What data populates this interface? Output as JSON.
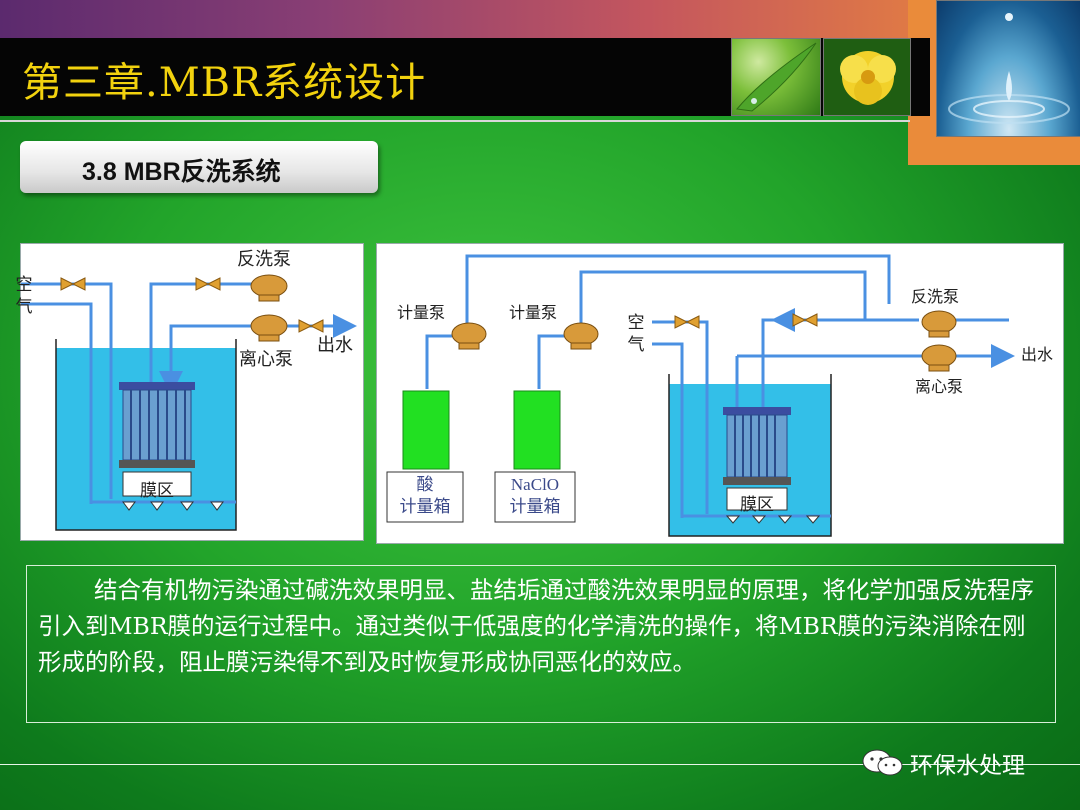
{
  "header": {
    "title": "第三章.MBR系统设计",
    "section_title": "3.8 MBR反洗系统"
  },
  "diagram_left": {
    "air_label": [
      "空",
      "气"
    ],
    "backwash_pump": "反洗泵",
    "centrifugal_pump": "离心泵",
    "outlet": "出水",
    "membrane_zone": "膜区"
  },
  "diagram_right": {
    "metering_pump_1": "计量泵",
    "metering_pump_2": "计量泵",
    "air_label": [
      "空",
      "气"
    ],
    "backwash_pump": "反洗泵",
    "centrifugal_pump": "离心泵",
    "outlet": "出水",
    "acid_tank": [
      "酸",
      "计量箱"
    ],
    "naclo_tank": [
      "NaClO",
      "计量箱"
    ],
    "membrane_zone": "膜区"
  },
  "description": "结合有机物污染通过碱洗效果明显、盐结垢通过酸洗效果明显的原理，将化学加强反洗程序引入到MBR膜的运行过程中。通过类似于低强度的化学清洗的操作，将MBR膜的污染消除在刚形成的阶段，阻止膜污染得不到及时恢复形成协同恶化的效应。",
  "footer": {
    "brand": "环保水处理"
  },
  "colors": {
    "title_color": "#f2d20e",
    "pipe_color": "#4a90e2",
    "tank_water": "#33bfe8",
    "chem_tank": "#22e022",
    "pump_color": "#d89a3a"
  }
}
